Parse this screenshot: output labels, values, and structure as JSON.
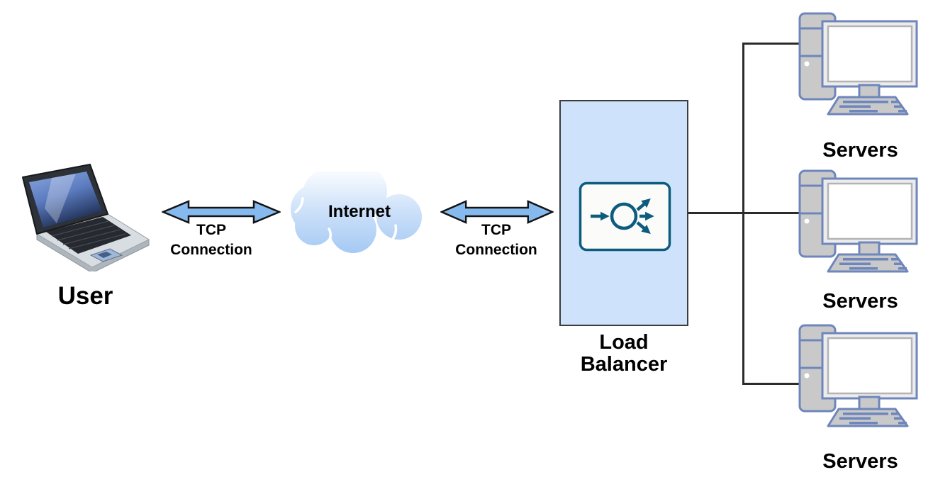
{
  "diagram": {
    "user": {
      "label": "User",
      "icon": "laptop-icon"
    },
    "connection_left": {
      "line1": "TCP",
      "line2": "Connection",
      "icon": "double-arrow-icon"
    },
    "internet": {
      "label": "Internet",
      "icon": "cloud-icon"
    },
    "connection_right": {
      "line1": "TCP",
      "line2": "Connection",
      "icon": "double-arrow-icon"
    },
    "load_balancer": {
      "line1": "Load",
      "line2": "Balancer",
      "icon": "load-balancer-icon"
    },
    "servers": [
      {
        "label": "Servers",
        "icon": "server-icon"
      },
      {
        "label": "Servers",
        "icon": "server-icon"
      },
      {
        "label": "Servers",
        "icon": "server-icon"
      }
    ],
    "colors": {
      "background": "#ffffff",
      "label_text": "#000000",
      "arrow_fill": "#86baee",
      "arrow_stroke": "#141414",
      "cloud_top": "#f6fafe",
      "cloud_bottom": "#a4c9f3",
      "lb_box_fill": "#cfe2fb",
      "lb_box_border": "#3c3c3c",
      "lb_icon_stroke": "#0d5c7d",
      "server_body_fill": "#c9c9c9",
      "server_outline": "#6e86bb",
      "connector_line": "#2b2b2b",
      "laptop_screen_top": "#8ba6e0",
      "laptop_screen_bottom": "#1f2f55"
    }
  }
}
